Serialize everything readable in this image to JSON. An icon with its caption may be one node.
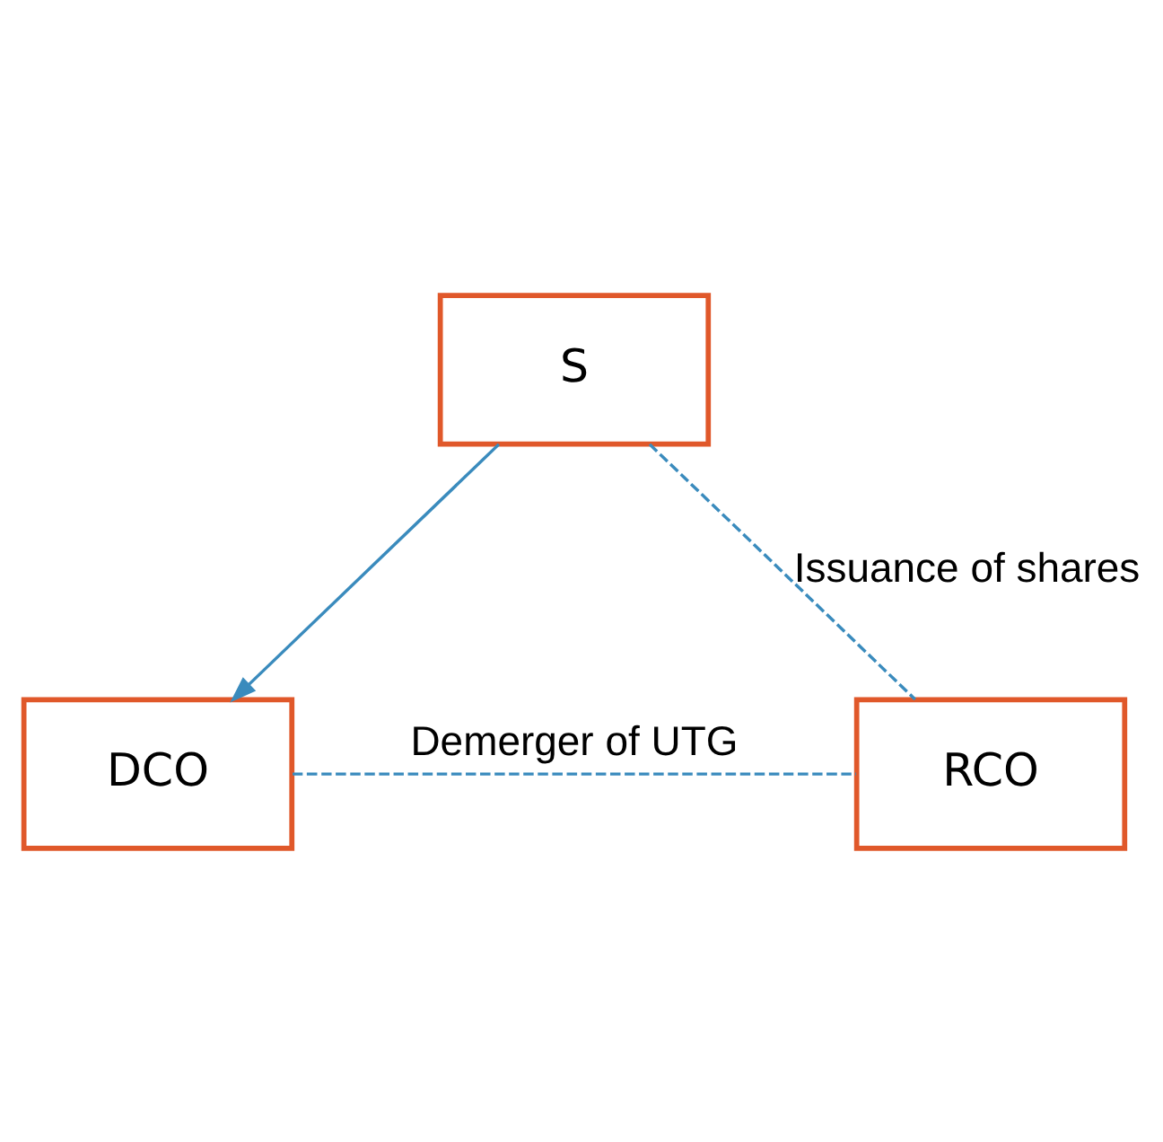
{
  "diagram": {
    "nodes": [
      {
        "text": [
          "S"
        ]
      },
      {
        "text": [
          "DCO"
        ]
      },
      {
        "text": [
          "RCO"
        ]
      }
    ],
    "edges": [
      {
        "from": 0,
        "to": 1,
        "arrow": "to",
        "color": "#3a8bbd"
      },
      {
        "from": 0,
        "to": 2,
        "arrow": "none",
        "style": "dashed",
        "color": "#3a8bbd",
        "label": "Issuance of shares"
      },
      {
        "from": 1,
        "to": 2,
        "arrow": "none",
        "style": "dashed",
        "color": "#3a8bbd",
        "label": "Demerger of UTG"
      }
    ]
  }
}
